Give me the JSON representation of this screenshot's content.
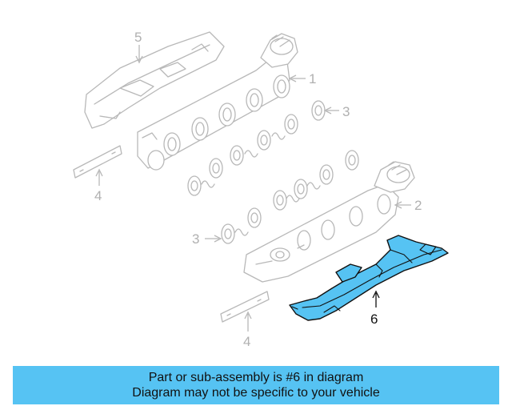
{
  "callouts": [
    {
      "id": "1",
      "label": "1"
    },
    {
      "id": "2",
      "label": "2"
    },
    {
      "id": "3a",
      "label": "3"
    },
    {
      "id": "3b",
      "label": "3"
    },
    {
      "id": "4a",
      "label": "4"
    },
    {
      "id": "4b",
      "label": "4"
    },
    {
      "id": "5",
      "label": "5"
    },
    {
      "id": "6",
      "label": "6"
    }
  ],
  "highlight": {
    "part_number": "6",
    "color": "#56c3f3"
  },
  "banner": {
    "line1": "Part or sub-assembly is #6 in diagram",
    "line2": "Diagram may not be specific to your vehicle"
  }
}
